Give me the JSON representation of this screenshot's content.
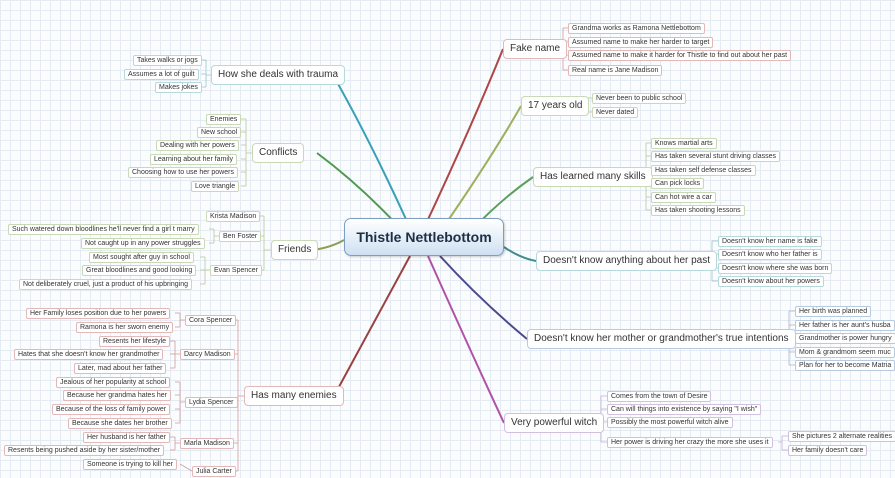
{
  "map": {
    "center": "Thistle Nettlebottom",
    "colors": {
      "fake_name": "#b04545",
      "seventeen": "#9fae5a",
      "skills": "#5aa05a",
      "past": "#3c8c8c",
      "intentions": "#4a4a8c",
      "witch": "#b053a8",
      "enemies": "#9a4040",
      "friends": "#8aa050",
      "conflicts": "#4f9a4f",
      "trauma": "#3aa0b8",
      "grid": "#e4ebf3"
    },
    "fake_name": {
      "label": "Fake name",
      "items": [
        "Grandma works as Ramona Nettlebottom",
        "Assumed name to make her harder to target",
        "Assumed name to make it harder for Thistle to find out about her past",
        "Real name is Jane Madison"
      ]
    },
    "seventeen": {
      "label": "17 years old",
      "items": [
        "Never been to public school",
        "Never dated"
      ]
    },
    "skills": {
      "label": "Has learned many skills",
      "items": [
        "Knows martial arts",
        "Has taken several stunt driving classes",
        "Has taken self defense classes",
        "Can pick locks",
        "Can hot wire a car",
        "Has taken shooting lessons"
      ]
    },
    "past": {
      "label": "Doesn't know anything about her past",
      "items": [
        "Doesn't know her name is fake",
        "Doesn't know who her father is",
        "Doesn't know where she was born",
        "Doesn't know about her powers"
      ]
    },
    "intentions": {
      "label": "Doesn't know her mother or grandmother's true intentions",
      "items": [
        "Her birth was planned",
        "Her father is her aunt's husba",
        "Grandmother is power hungry",
        "Mom & grandmom seem muc",
        "Plan for her to become Matria"
      ]
    },
    "witch": {
      "label": "Very powerful witch",
      "items": [
        "Comes from the town of Desire",
        "Can will things into existence by saying \"I wish\"",
        "Possibly the most powerful witch alive",
        "Her power is driving her crazy the more she uses it"
      ],
      "crazy_items": [
        "She pictures 2 alternate realities",
        "Her family doesn't care"
      ]
    },
    "trauma": {
      "label": "How she deals with trauma",
      "items": [
        "Takes walks or jogs",
        "Assumes a lot of guilt",
        "Makes jokes"
      ]
    },
    "conflicts": {
      "label": "Conflicts",
      "items": [
        "Enemies",
        "New school",
        "Dealing with her powers",
        "Learning about her family",
        "Choosing how to use her powers",
        "Love triangle"
      ]
    },
    "friends": {
      "label": "Friends",
      "krista": "Krista Madison",
      "ben": "Ben Foster",
      "ben_items": [
        "Such watered down bloodlines he'll never find a girl t marry",
        "Not caught up in any power struggles"
      ],
      "evan": "Evan Spencer",
      "evan_items": [
        "Most sought after guy in school",
        "Great bloodlines and good looking",
        "Not deliberately cruel, just a product of his upbringing"
      ]
    },
    "enemies": {
      "label": "Has many enemies",
      "cora": "Cora Spencer",
      "cora_items": [
        "Her Family loses position due to her powers",
        "Ramona is her sworn enemy"
      ],
      "darcy": "Darcy Madison",
      "darcy_items": [
        "Resents her lifestyle",
        "Hates that she doesn't know her grandmother",
        "Later, mad about her father"
      ],
      "lydia": "Lydia Spencer",
      "lydia_items": [
        "Jealous of her popularity at school",
        "Because her grandma hates her",
        "Because of the loss of family power",
        "Because she dates her brother"
      ],
      "marla": "Marla Madison",
      "marla_items": [
        "Her husband is her father",
        "Resents being pushed aside by her sister/mother"
      ],
      "julia": "Julia Carter",
      "julia_items": [
        "Someone is trying to kill her"
      ]
    }
  }
}
